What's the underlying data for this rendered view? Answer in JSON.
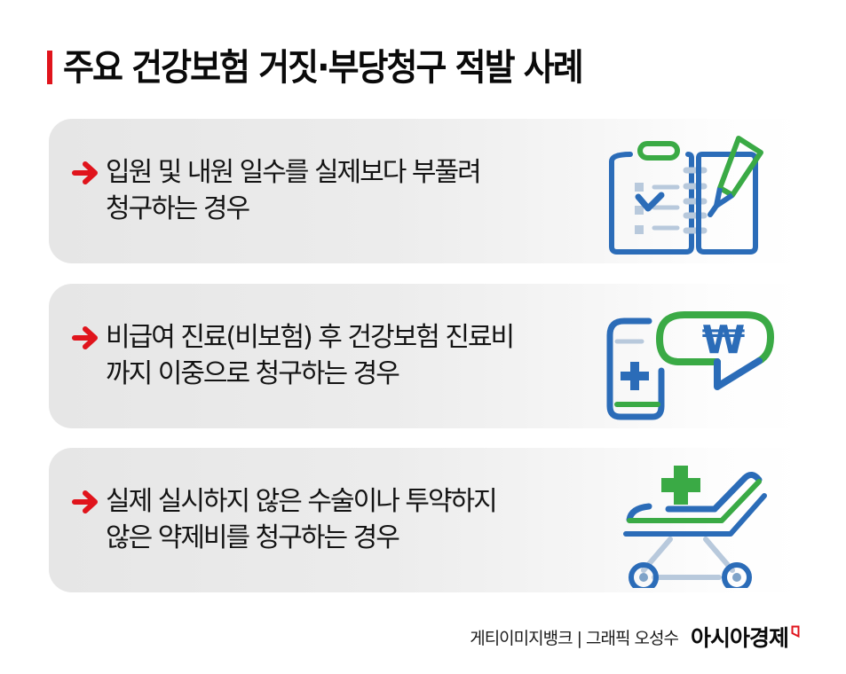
{
  "header": {
    "title": "주요 건강보험 거짓·부당청구 적발 사례",
    "accent_color": "#e0141c"
  },
  "cases": [
    {
      "lines": [
        "입원 및 내원 일수를 실제보다 부풀려",
        "청구하는 경우"
      ],
      "icon": "clipboard-notebook-pencil-icon"
    },
    {
      "lines": [
        "비급여 진료(비보험) 후 건강보험 진료비",
        "까지 이중으로 청구하는 경우"
      ],
      "icon": "medical-phone-won-speech-bubble-icon"
    },
    {
      "lines": [
        "실제 실시하지 않은 수술이나 투약하지",
        "않은 약제비를 청구하는 경우"
      ],
      "icon": "hospital-stretcher-icon"
    }
  ],
  "colors": {
    "arrow": "#e0141c",
    "icon_blue": "#2b6cb8",
    "icon_green": "#3aaa45",
    "icon_light": "#b8c9dc"
  },
  "footer": {
    "credit": "게티이미지뱅크 | 그래픽 오성수",
    "brand": "아시아경제"
  }
}
